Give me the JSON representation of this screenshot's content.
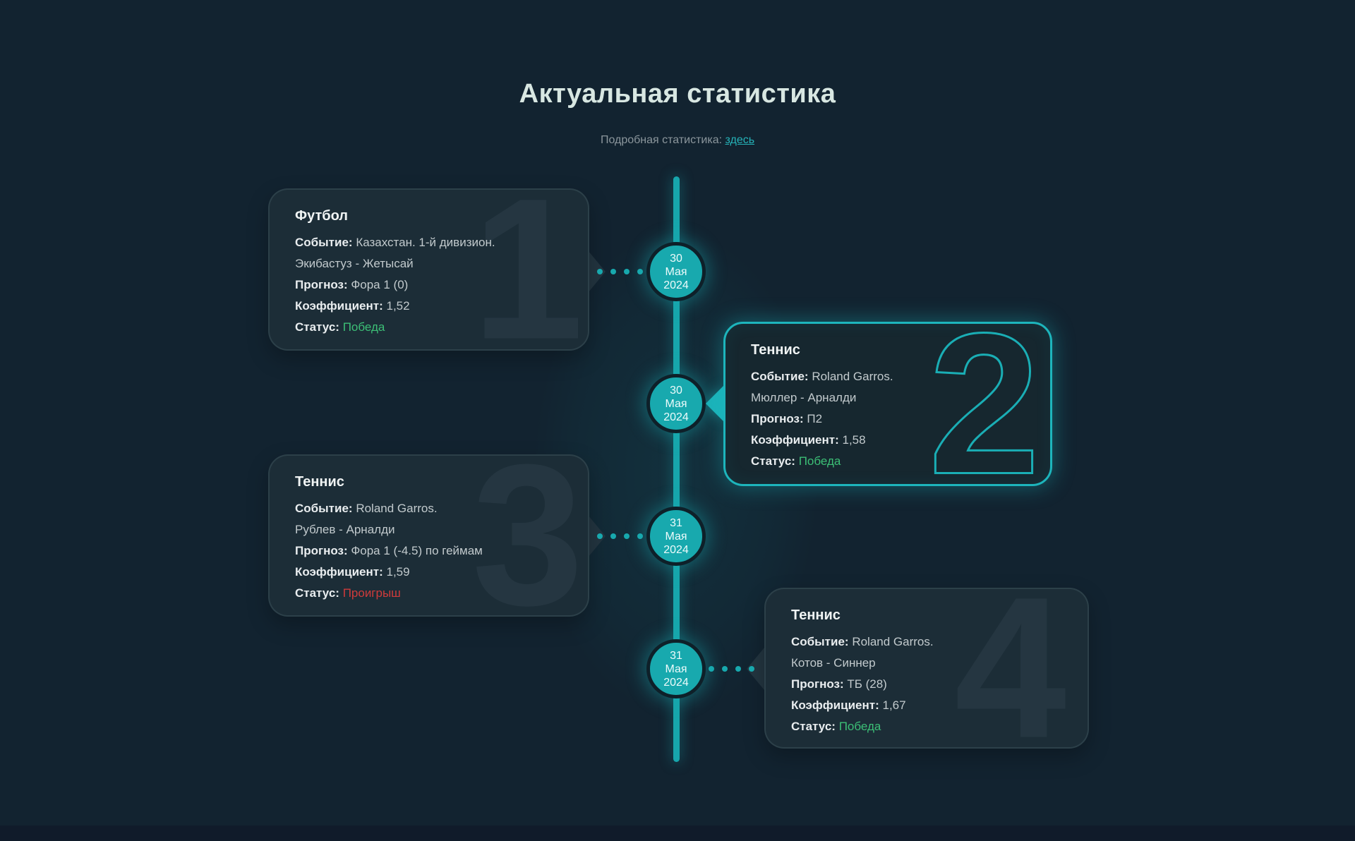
{
  "page": {
    "title": "Актуальная статистика",
    "subtitle": {
      "label": "Подробная статистика:",
      "link": "здесь"
    }
  },
  "timeline": {
    "nodes": [
      {
        "day": "30",
        "month": "Мая",
        "year": "2024"
      },
      {
        "day": "30",
        "month": "Мая",
        "year": "2024"
      },
      {
        "day": "31",
        "month": "Мая",
        "year": "2024"
      },
      {
        "day": "31",
        "month": "Мая",
        "year": "2024"
      }
    ]
  },
  "cards": [
    {
      "number": "1",
      "sport": "Футбол",
      "highlighted": false,
      "event_label": "Событие:",
      "event_value": "Казахстан. 1-й дивизион.",
      "event_value2": "Экибастуз - Жетысай",
      "forecast_label": "Прогноз:",
      "forecast_value": "Фора 1 (0)",
      "coefficient_label": "Коэффициент:",
      "coefficient_value": "1,52",
      "status_label": "Статус:",
      "status_value": "Победа",
      "status_class": "win"
    },
    {
      "number": "2",
      "sport": "Теннис",
      "highlighted": true,
      "event_label": "Событие:",
      "event_value": "Roland Garros.",
      "event_value2": "Мюллер - Арналди",
      "forecast_label": "Прогноз:",
      "forecast_value": "П2",
      "coefficient_label": "Коэффициент:",
      "coefficient_value": "1,58",
      "status_label": "Статус:",
      "status_value": "Победа",
      "status_class": "win"
    },
    {
      "number": "3",
      "sport": "Теннис",
      "highlighted": false,
      "event_label": "Событие:",
      "event_value": "Roland Garros.",
      "event_value2": "Рублев - Арналди",
      "forecast_label": "Прогноз:",
      "forecast_value": "Фора 1 (-4.5) по геймам",
      "coefficient_label": "Коэффициент:",
      "coefficient_value": "1,59",
      "status_label": "Статус:",
      "status_value": "Проигрыш",
      "status_class": "loss"
    },
    {
      "number": "4",
      "sport": "Теннис",
      "highlighted": false,
      "event_label": "Событие:",
      "event_value": "Roland Garros.",
      "event_value2": "Котов - Синнер",
      "forecast_label": "Прогноз:",
      "forecast_value": "ТБ (28)",
      "coefficient_label": "Коэффициент:",
      "coefficient_value": "1,67",
      "status_label": "Статус:",
      "status_value": "Победа",
      "status_class": "win"
    }
  ],
  "colors": {
    "background": "#122330",
    "accent_teal": "#18a9ae",
    "active_border": "#1db5bc",
    "win_green": "#3cbf76",
    "loss_red": "#cf3b3b",
    "title_text": "#d8e7e2",
    "muted_text": "#8b969c"
  }
}
